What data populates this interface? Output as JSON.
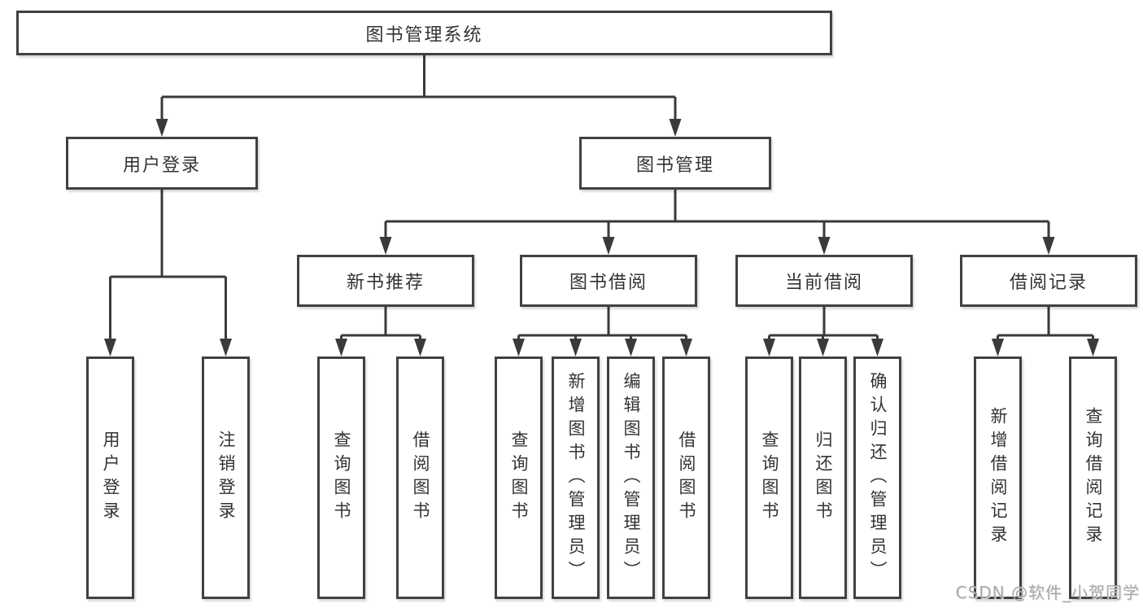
{
  "tree": {
    "root": {
      "label": "图书管理系统",
      "children": [
        {
          "label": "用户登录",
          "children": [
            {
              "label": "用户登录"
            },
            {
              "label": "注销登录"
            }
          ]
        },
        {
          "label": "图书管理",
          "children": [
            {
              "label": "新书推荐",
              "children": [
                {
                  "label": "查询图书"
                },
                {
                  "label": "借阅图书"
                }
              ]
            },
            {
              "label": "图书借阅",
              "children": [
                {
                  "label": "查询图书"
                },
                {
                  "label": "新增图书（管理员）"
                },
                {
                  "label": "编辑图书（管理员）"
                },
                {
                  "label": "借阅图书"
                }
              ]
            },
            {
              "label": "当前借阅",
              "children": [
                {
                  "label": "查询图书"
                },
                {
                  "label": "归还图书"
                },
                {
                  "label": "确认归还（管理员）"
                }
              ]
            },
            {
              "label": "借阅记录",
              "children": [
                {
                  "label": "新增借阅记录"
                },
                {
                  "label": "查询借阅记录"
                }
              ]
            }
          ]
        }
      ]
    }
  },
  "watermark": {
    "text": "CSDN @软件_小贺同学"
  },
  "colors": {
    "line": "#3a3a3a",
    "box_border": "#414141",
    "text": "#333333",
    "watermark": "#a3a3a3",
    "background": "#ffffff"
  }
}
